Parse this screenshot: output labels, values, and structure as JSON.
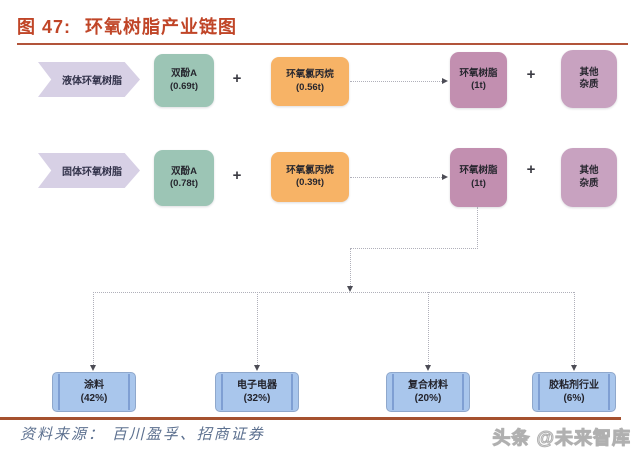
{
  "title": {
    "prefix": "图 47:",
    "text": "环氧树脂产业链图"
  },
  "ops": {
    "plus": "+"
  },
  "rows": [
    {
      "label": "液体环氧树脂",
      "bisphenol": {
        "name": "双酚A",
        "qty": "(0.69t)"
      },
      "epichlorohydrin": {
        "name": "环氧氯丙烷",
        "qty": "(0.56t)"
      },
      "product": {
        "name": "环氧树脂",
        "qty": "(1t)"
      },
      "byproduct": {
        "line1": "其他",
        "line2": "杂质"
      }
    },
    {
      "label": "固体环氧树脂",
      "bisphenol": {
        "name": "双酚A",
        "qty": "(0.78t)"
      },
      "epichlorohydrin": {
        "name": "环氧氯丙烷",
        "qty": "(0.39t)"
      },
      "product": {
        "name": "环氧树脂",
        "qty": "(1t)"
      },
      "byproduct": {
        "line1": "其他",
        "line2": "杂质"
      }
    }
  ],
  "applications": [
    {
      "name": "涂料",
      "share": "(42%)"
    },
    {
      "name": "电子电器",
      "share": "(32%)"
    },
    {
      "name": "复合材料",
      "share": "(20%)"
    },
    {
      "name": "胶粘剂行业",
      "share": "(6%)"
    }
  ],
  "footer": {
    "source": "资料来源：  百川盈孚、招商证券",
    "watermark": "头条 @未来智库"
  },
  "colors": {
    "title_red": "#c04527",
    "rule_red": "#b2543a",
    "footer_rule": "#a5512f",
    "chevron_fill": "#d7d0e5",
    "teal_fill": "#9cc5b5",
    "orange_fill": "#f7b366",
    "pink_fill": "#c28fb0",
    "mauve_fill": "#c8a2c0",
    "app_fill": "#a9c6ec",
    "app_bar": "#7f9fd3",
    "connector_gray": "#b0b0ba",
    "source_text": "#5d7190"
  }
}
